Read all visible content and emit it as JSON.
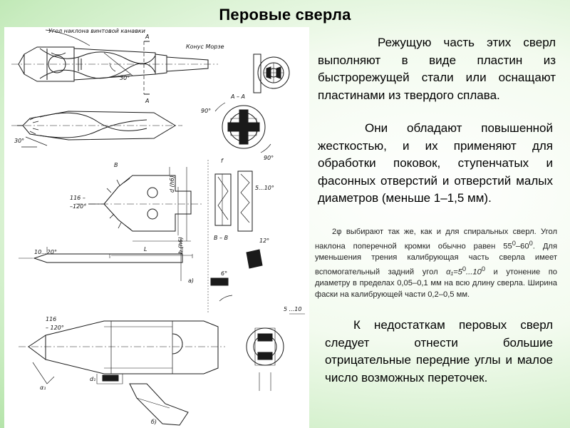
{
  "slide": {
    "title": "Перовые сверла"
  },
  "drawing": {
    "labels": {
      "helix_angle": "Угол наклона винтовой канавки",
      "morse_taper": "Конус Морзе",
      "section_a": "A",
      "section_aa": "A – A",
      "section_bb": "B – B",
      "angle_30_a": "30°",
      "angle_30_b": "30°",
      "angle_90_a": "90°",
      "angle_90_b": "90°",
      "angle_116": "116 –",
      "angle_120": "–120°",
      "angle_116_b": "116",
      "angle_120_b": "– 120°",
      "angle_10_20": "10...20°",
      "angle_5_10": "5...10°",
      "angle_5_10_b": "5 ...10",
      "angle_12": "12°",
      "angle_6": "6°",
      "dim_d": "d (h6)",
      "dim_b": "b (h6)",
      "dim_L": "L",
      "dim_f": "f",
      "mark_B": "B",
      "mark_a": "а)",
      "mark_b": "б)",
      "mark_d1": "d₁",
      "mark_a1": "α₁"
    }
  },
  "content": {
    "paragraph_main": "Режущую часть этих сверл выполняют в виде пластин из быстрорежущей стали или оснащают пластинами из твердого сплава.",
    "paragraph_second": "Они обладают повышенной жесткостью, и их применяют для обработки поковок, ступенчатых и фасонных отверстий и отверстий малых диаметров (меньше 1–1,5 мм).",
    "note_lead": "2φ выбирают так же, как и для спиральных сверл.",
    "note_line_2": "Угол наклона поперечной кромки обычно равен 55",
    "note_sup_1": "0",
    "note_line_2b": "–60",
    "note_sup_2": "0",
    "note_line_2c": ".",
    "note_line_3": "Для уменьшения трения калибрующая часть сверла имеет вспомогательный задний угол ",
    "note_alpha": "α₁=5",
    "note_sup_3": "0",
    "note_alpha_b": "...10",
    "note_sup_4": "0",
    "note_line_4": " и утонение по диаметру в пределах 0,05–0,1 мм на всю длину сверла. Ширина фаски на калибрующей части 0,2–0,5 мм.",
    "paragraph_last": "К недостаткам перовых сверл следует отнести большие отрицательные передние углы и малое число возможных переточек."
  }
}
